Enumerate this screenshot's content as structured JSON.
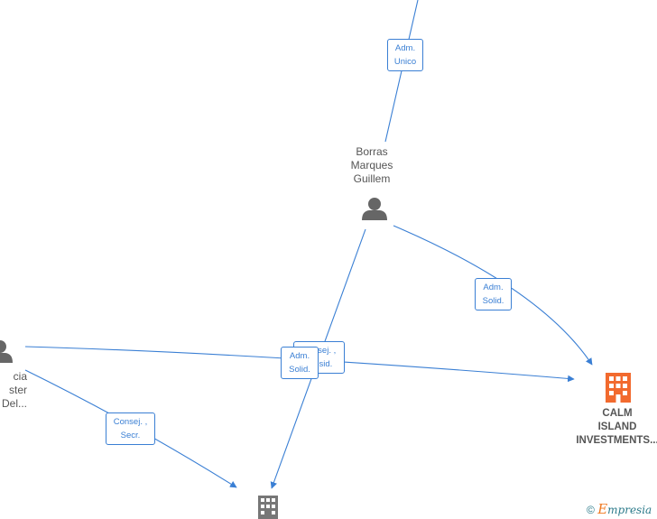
{
  "nodes": {
    "borras": {
      "lines": [
        "Borras",
        "Marques",
        "Guillem"
      ],
      "icon": "person-icon"
    },
    "left_person": {
      "lines": [
        "cia",
        "ster",
        "Del..."
      ],
      "icon": "person-icon"
    },
    "calm_island": {
      "lines": [
        "CALM",
        "ISLAND",
        "INVESTMENTS..."
      ],
      "icon": "building-icon",
      "color": "#f26a2e"
    },
    "bottom_company": {
      "icon": "building-icon",
      "color": "#777777"
    }
  },
  "edge_labels": {
    "top_adm_unico": [
      "Adm.",
      "Unico"
    ],
    "borras_calm": [
      "Adm.",
      "Solid."
    ],
    "left_calm": [
      "Consej. ,",
      "Presid."
    ],
    "borras_bottom": [
      "Adm.",
      "Solid."
    ],
    "left_bottom": [
      "Consej. ,",
      "Secr."
    ]
  },
  "colors": {
    "edge": "#3a7fd4",
    "person": "#666666",
    "accent": "#f26a2e"
  },
  "footer": {
    "copyright": "©",
    "brand_e": "E",
    "brand_rest": "mpresia"
  }
}
